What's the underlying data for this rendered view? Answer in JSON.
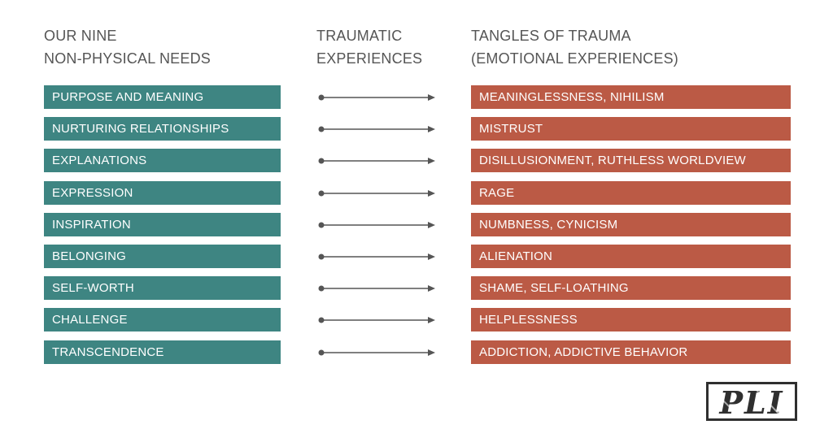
{
  "headers": {
    "needs": [
      "OUR NINE",
      "NON-PHYSICAL NEEDS"
    ],
    "trauma": [
      "TRAUMATIC",
      "EXPERIENCES"
    ],
    "tangles": [
      "TANGLES OF TRAUMA",
      "(EMOTIONAL EXPERIENCES)"
    ]
  },
  "rows": [
    {
      "need": "PURPOSE AND MEANING",
      "tangle": "MEANINGLESSNESS, NIHILISM"
    },
    {
      "need": "NURTURING RELATIONSHIPS",
      "tangle": "MISTRUST"
    },
    {
      "need": "EXPLANATIONS",
      "tangle": "DISILLUSIONMENT, RUTHLESS WORLDVIEW"
    },
    {
      "need": "EXPRESSION",
      "tangle": "RAGE"
    },
    {
      "need": "INSPIRATION",
      "tangle": "NUMBNESS, CYNICISM"
    },
    {
      "need": "BELONGING",
      "tangle": "ALIENATION"
    },
    {
      "need": "SELF-WORTH",
      "tangle": "SHAME, SELF-LOATHING"
    },
    {
      "need": "CHALLENGE",
      "tangle": "HELPLESSNESS"
    },
    {
      "need": "TRANSCENDENCE",
      "tangle": "ADDICTION, ADDICTIVE BEHAVIOR"
    }
  ],
  "logo": "PLI",
  "colors": {
    "need_bar": "#3e8582",
    "tangle_bar": "#bb5a45",
    "header_text": "#555555",
    "arrow": "#555555"
  }
}
